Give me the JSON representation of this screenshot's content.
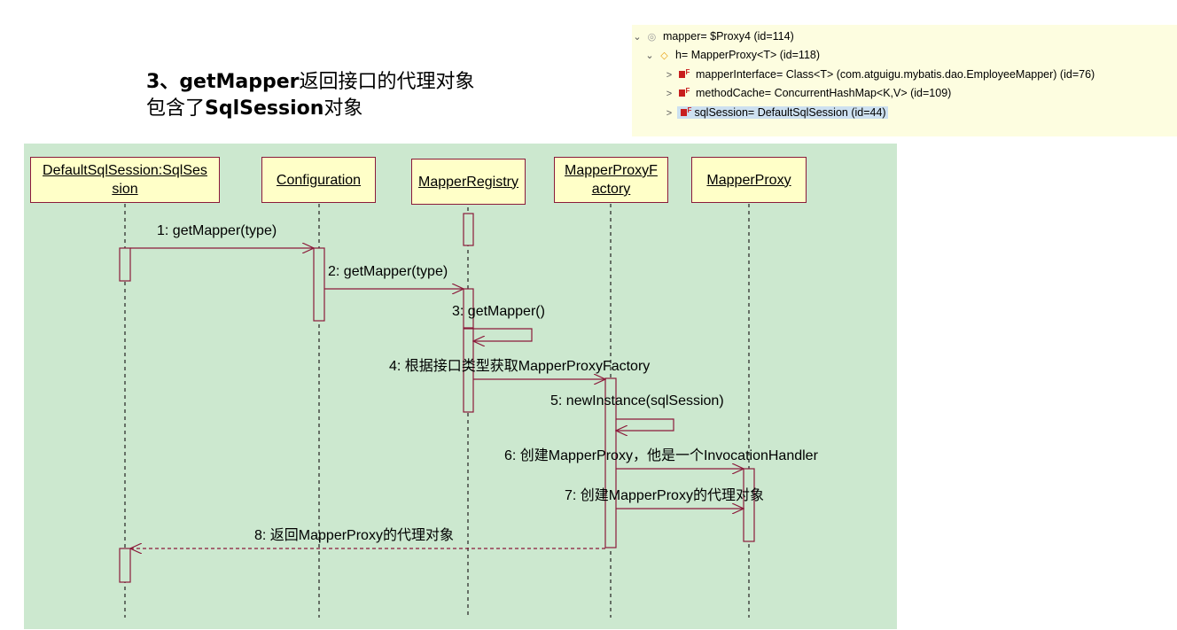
{
  "heading": {
    "line1_num": "3、",
    "line1_bold": "getMapper",
    "line1_rest": "返回接口的代理对象",
    "line2_pre": "包含了",
    "line2_bold": "SqlSession",
    "line2_post": "对象"
  },
  "debug": {
    "rows": [
      {
        "toggle": "⌄",
        "name": "mapper= $Proxy4  (id=114)"
      },
      {
        "toggle": "⌄",
        "name": "h= MapperProxy<T>  (id=118)"
      },
      {
        "toggle": ">",
        "name": "mapperInterface= Class<T> (com.atguigu.mybatis.dao.EmployeeMapper) (id=76)"
      },
      {
        "toggle": ">",
        "name": "methodCache= ConcurrentHashMap<K,V>  (id=109)"
      },
      {
        "toggle": ">",
        "name": "sqlSession= DefaultSqlSession  (id=44)"
      }
    ]
  },
  "diagram": {
    "lifelines": [
      {
        "label": "DefaultSqlSession:SqlSes sion"
      },
      {
        "label": "Configuration"
      },
      {
        "label": "MapperRegistry"
      },
      {
        "label": "MapperProxyF actory"
      },
      {
        "label": "MapperProxy"
      }
    ],
    "messages": [
      {
        "label": "1: getMapper(type)"
      },
      {
        "label": "2: getMapper(type)"
      },
      {
        "label": "3: getMapper()"
      },
      {
        "label": "4: 根据接口类型获取MapperProxyFactory"
      },
      {
        "label": "5: newInstance(sqlSession)"
      },
      {
        "label": "6: 创建MapperProxy，他是一个InvocationHandler"
      },
      {
        "label": "7: 创建MapperProxy的代理对象"
      },
      {
        "label": "8: 返回MapperProxy的代理对象"
      }
    ],
    "colors": {
      "background": "#cce8cf",
      "box_fill": "#ffffc8",
      "line": "#8b1a3a"
    }
  }
}
